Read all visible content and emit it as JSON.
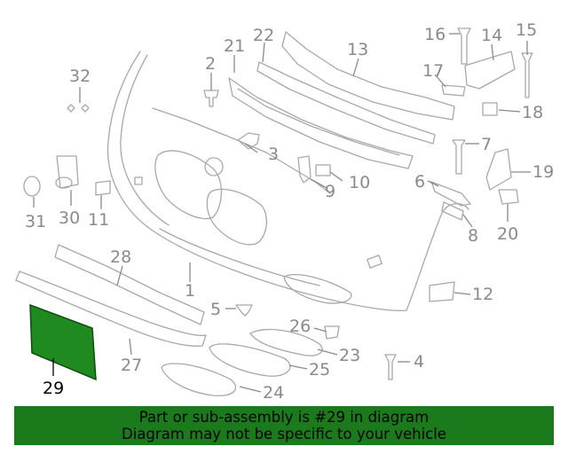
{
  "diagram": {
    "callouts": [
      {
        "num": "1"
      },
      {
        "num": "2"
      },
      {
        "num": "3"
      },
      {
        "num": "4"
      },
      {
        "num": "5"
      },
      {
        "num": "6"
      },
      {
        "num": "7"
      },
      {
        "num": "8"
      },
      {
        "num": "9"
      },
      {
        "num": "10"
      },
      {
        "num": "11"
      },
      {
        "num": "12"
      },
      {
        "num": "13"
      },
      {
        "num": "14"
      },
      {
        "num": "15"
      },
      {
        "num": "16"
      },
      {
        "num": "17"
      },
      {
        "num": "18"
      },
      {
        "num": "19"
      },
      {
        "num": "20"
      },
      {
        "num": "21"
      },
      {
        "num": "22"
      },
      {
        "num": "23"
      },
      {
        "num": "24"
      },
      {
        "num": "25"
      },
      {
        "num": "26"
      },
      {
        "num": "27"
      },
      {
        "num": "28"
      },
      {
        "num": "29"
      },
      {
        "num": "30"
      },
      {
        "num": "31"
      },
      {
        "num": "32"
      }
    ],
    "highlighted_part": "29",
    "highlight_color": "#1f8a1f"
  },
  "banner": {
    "line1": "Part or sub-assembly is #29 in diagram",
    "line2": "Diagram may not be specific to your vehicle",
    "background": "#1b7a1b"
  }
}
